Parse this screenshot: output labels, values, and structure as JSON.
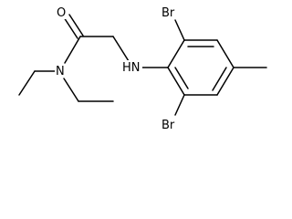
{
  "molecule": {
    "atoms": {
      "oxygen": "O",
      "amide_nitrogen": "N",
      "amine": "HN",
      "bromine_top": "Br",
      "bromine_bottom": "Br"
    }
  }
}
